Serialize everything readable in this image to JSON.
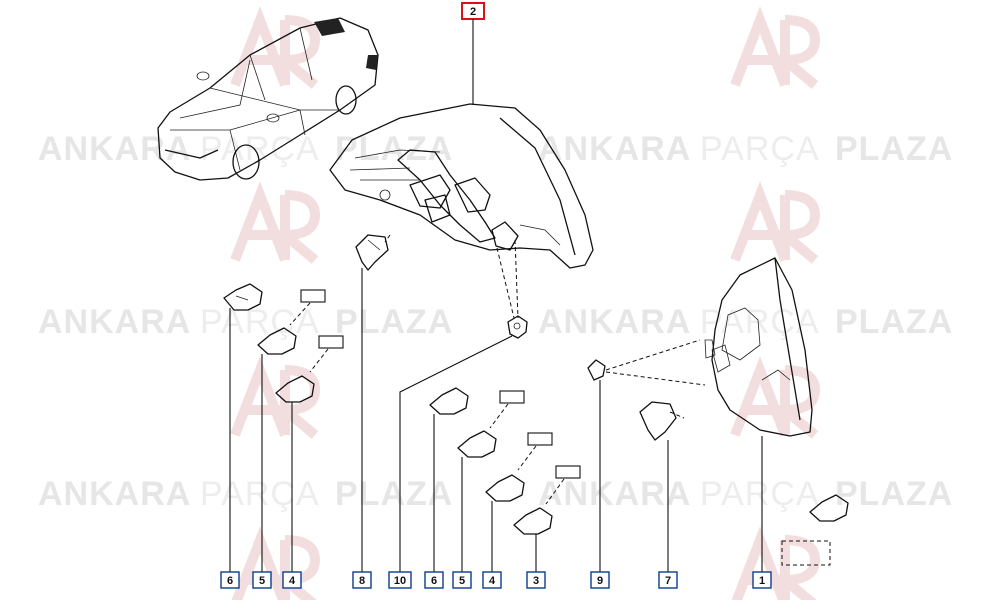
{
  "watermark": {
    "word_bold_1": "ANKARA",
    "word_light": "PARÇA",
    "word_bold_2": "PLAZA",
    "logo_colors": [
      "#f2dede",
      "#e6e6e6"
    ]
  },
  "header_part": {
    "label": "2",
    "border_color": "#d6121a"
  },
  "labels": [
    "6",
    "5",
    "4",
    "8",
    "10",
    "6",
    "5",
    "4",
    "3",
    "9",
    "7",
    "1"
  ],
  "label_border_color": "#0a3d8f"
}
